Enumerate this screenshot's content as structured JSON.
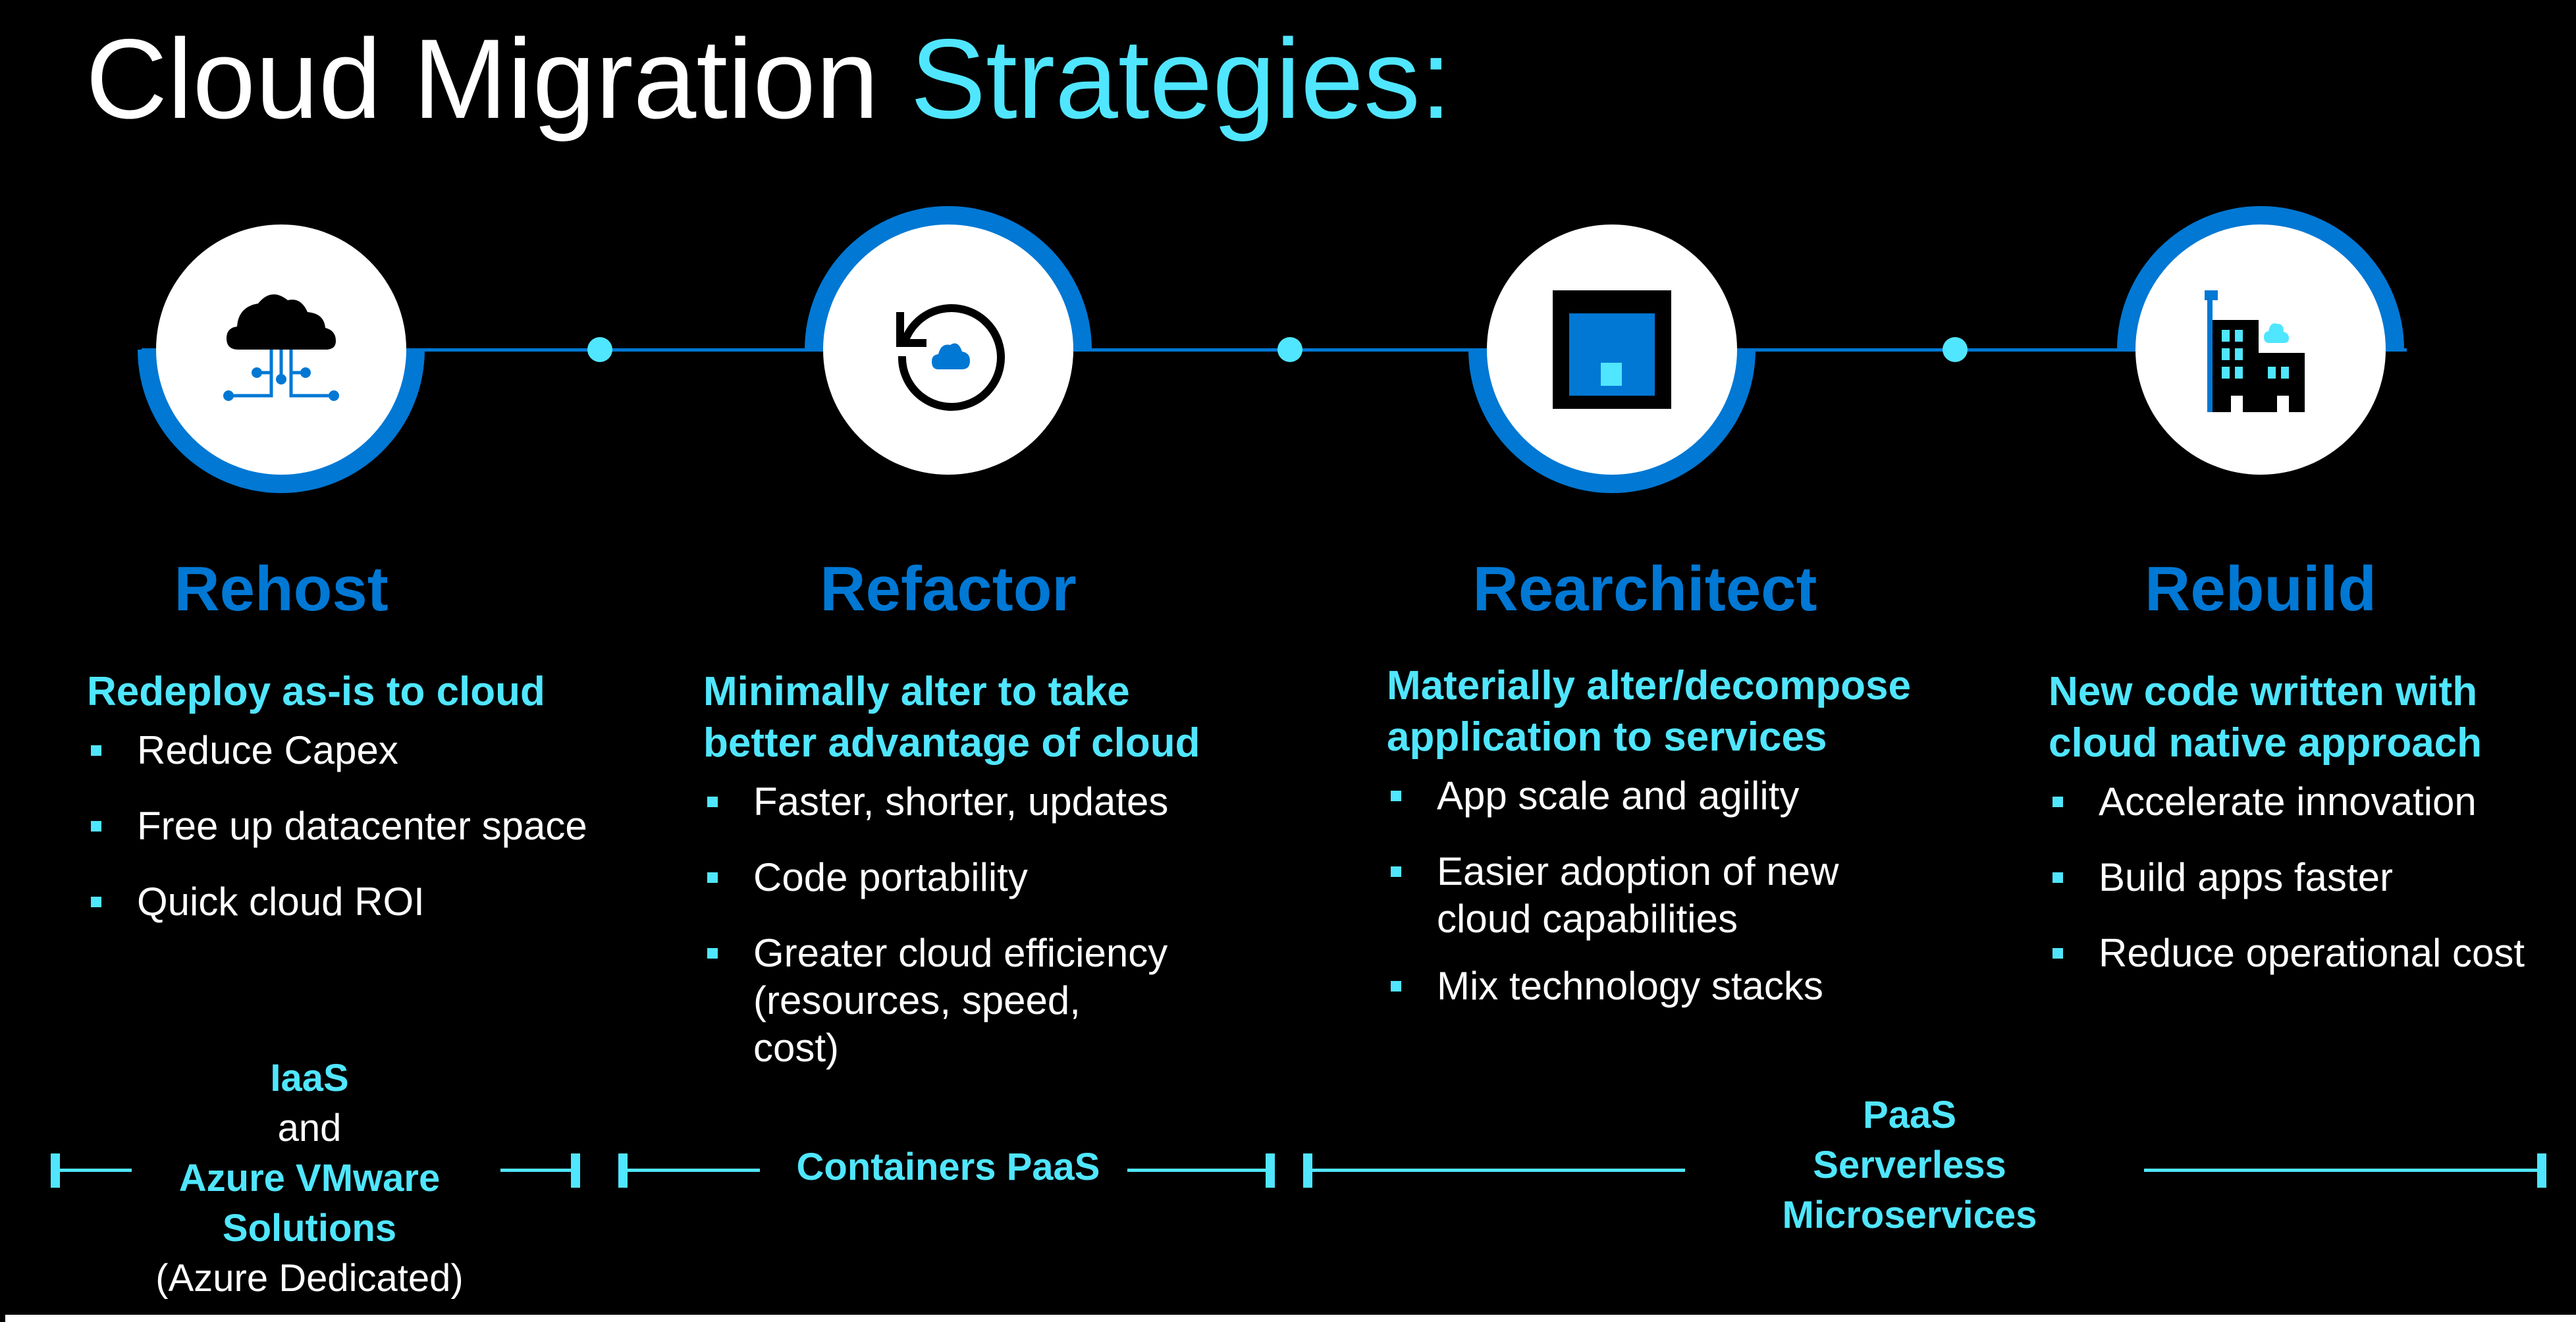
{
  "title": {
    "main": "Cloud Migration",
    "accent": "Strategies:"
  },
  "colors": {
    "accent_cyan": "#50E6FF",
    "azure_blue": "#0078D4",
    "background": "#000000"
  },
  "strategies": [
    {
      "name": "Rehost",
      "icon": "cloud-network-icon",
      "subtitle": "Redeploy as-is to cloud",
      "bullets": [
        "Reduce Capex",
        "Free up datacenter space",
        "Quick cloud ROI"
      ]
    },
    {
      "name": "Refactor",
      "icon": "cloud-refresh-icon",
      "subtitle": "Minimally alter to take better advantage of cloud",
      "bullets": [
        "Faster, shorter, updates",
        "Code portability",
        "Greater cloud efficiency (resources, speed, cost)"
      ]
    },
    {
      "name": "Rearchitect",
      "icon": "container-icon",
      "subtitle": "Materially alter/decompose application to services",
      "bullets": [
        "App scale and agility",
        "Easier adoption of new cloud capabilities",
        "Mix technology stacks"
      ]
    },
    {
      "name": "Rebuild",
      "icon": "cloud-building-icon",
      "subtitle": "New code written with cloud native approach",
      "bullets": [
        "Accelerate innovation",
        "Build apps faster",
        "Reduce operational cost"
      ]
    }
  ],
  "platforms": {
    "iaas": {
      "line1": "IaaS",
      "line2": "and",
      "line3": "Azure VMware",
      "line4": "Solutions",
      "line5": "(Azure Dedicated)"
    },
    "containers": {
      "line1": "Containers PaaS"
    },
    "paas": {
      "line1": "PaaS",
      "line2": "Serverless",
      "line3": "Microservices"
    }
  }
}
